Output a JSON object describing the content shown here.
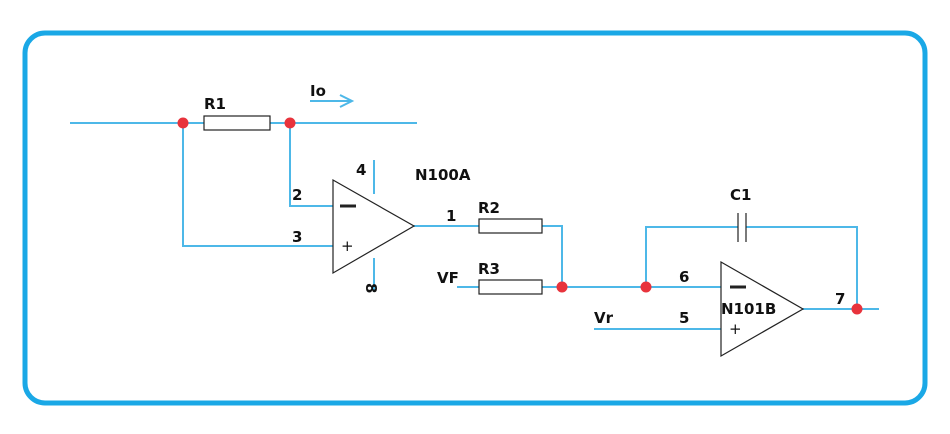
{
  "colors": {
    "border": "#1aa8e6",
    "wire": "#4db8e8",
    "node": "#e8333c",
    "component": "#222222"
  },
  "components": {
    "r1": "R1",
    "r2": "R2",
    "r3": "R3",
    "c1": "C1",
    "opamp_a": "N100A",
    "opamp_b": "N101B"
  },
  "current_label": "Io",
  "pins": {
    "a_inverting": "2",
    "a_noninverting": "3",
    "a_output": "1",
    "a_supply_top": "4",
    "a_supply_bottom": "8",
    "b_inverting": "6",
    "b_noninverting": "5",
    "b_output": "7"
  },
  "signals": {
    "vf": "VF",
    "vr": "Vr"
  },
  "signs": {
    "plus": "+"
  }
}
